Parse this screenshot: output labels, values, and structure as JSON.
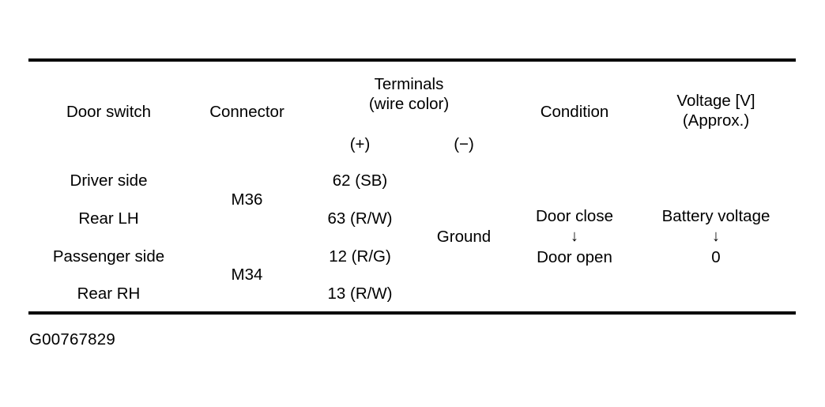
{
  "table": {
    "headers": {
      "door_switch": "Door switch",
      "connector": "Connector",
      "terminals_line1": "Terminals",
      "terminals_line2": "(wire color)",
      "terminal_positive": "(+)",
      "terminal_negative": "(−)",
      "condition": "Condition",
      "voltage_line1": "Voltage [V]",
      "voltage_line2": "(Approx.)"
    },
    "rows": [
      {
        "door_switch": "Driver side",
        "connector": "M36",
        "terminal_positive": "62 (SB)"
      },
      {
        "door_switch": "Rear LH",
        "connector": "M36",
        "terminal_positive": "63 (R/W)"
      },
      {
        "door_switch": "Passenger side",
        "connector": "M34",
        "terminal_positive": "12 (R/G)"
      },
      {
        "door_switch": "Rear RH",
        "connector": "M34",
        "terminal_positive": "13 (R/W)"
      }
    ],
    "merged": {
      "connector_group_1": "M36",
      "connector_group_2": "M34",
      "terminal_negative": "Ground",
      "condition_line1": "Door close",
      "condition_arrow": "↓",
      "condition_line2": "Door open",
      "voltage_line1": "Battery voltage",
      "voltage_arrow": "↓",
      "voltage_line2": "0"
    }
  },
  "caption": "G00767829",
  "colors": {
    "background": "#ffffff",
    "ink": "#000000"
  }
}
